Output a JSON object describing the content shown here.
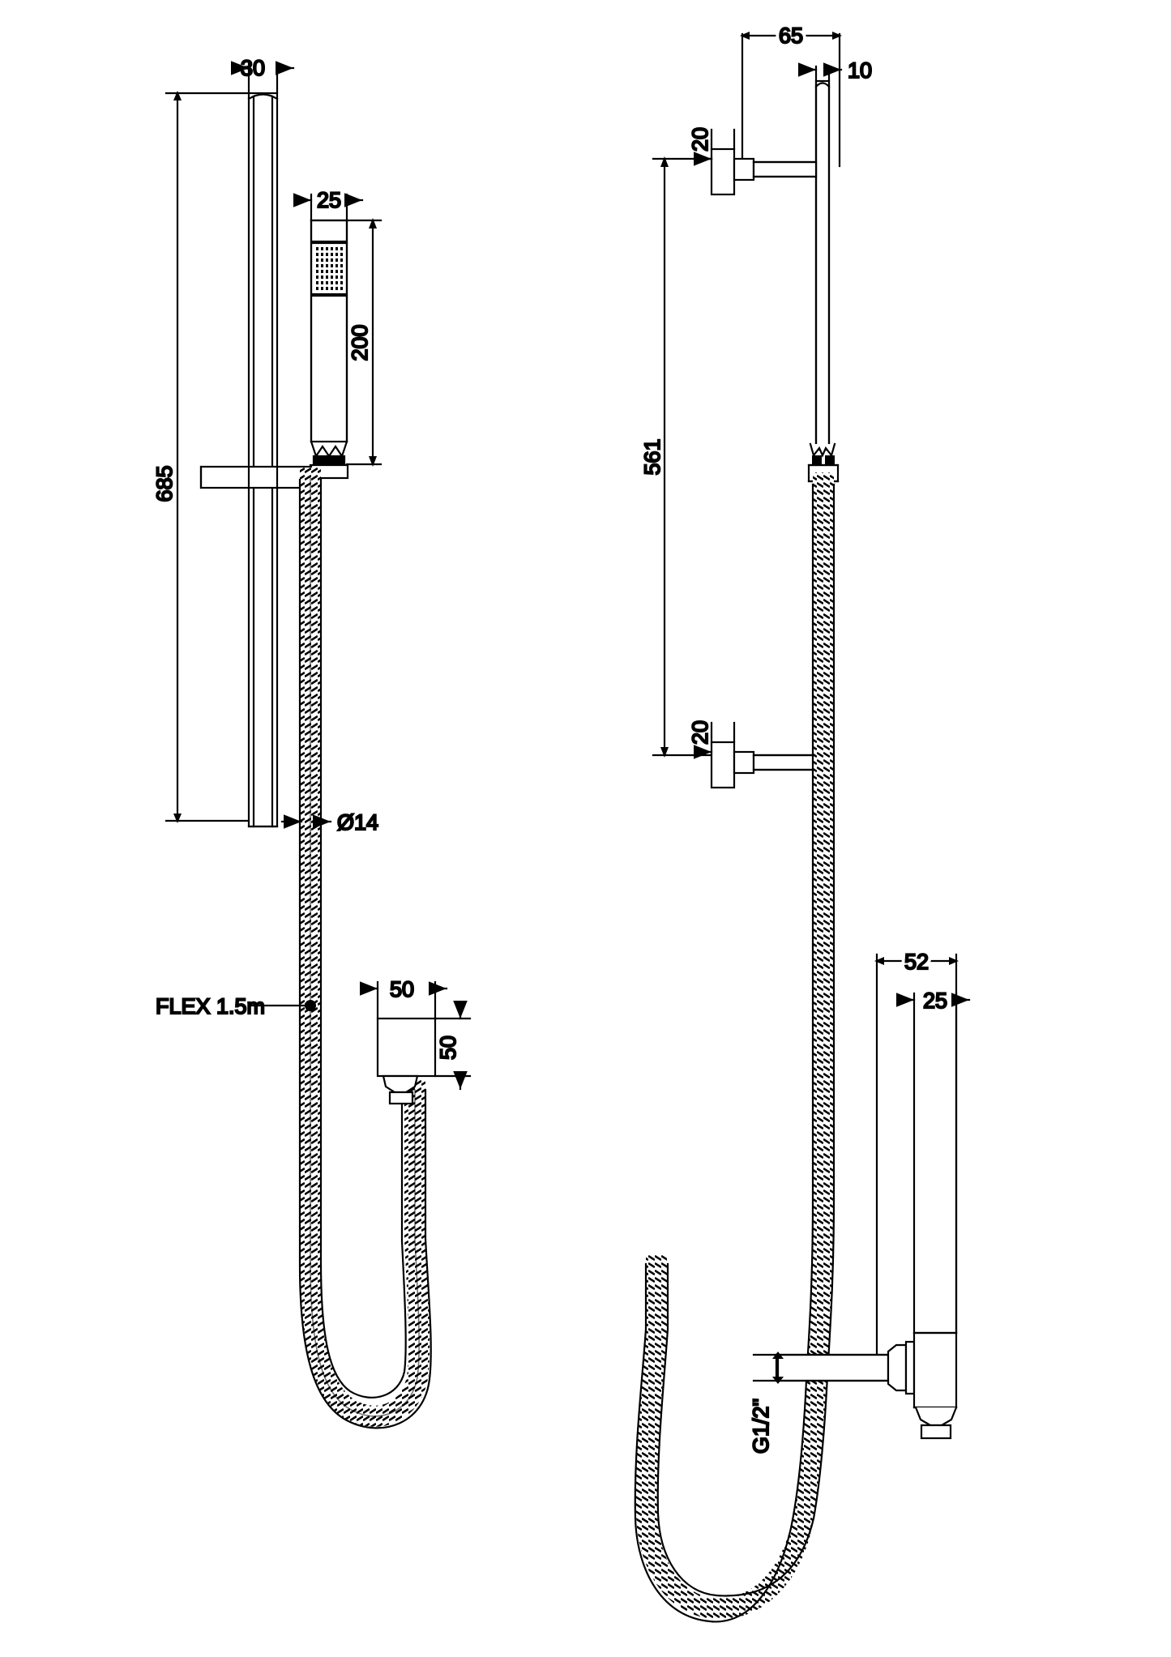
{
  "drawing": {
    "title": "Shower Slide Rail Kit Technical Drawing",
    "units": "mm",
    "line_color": "#000000",
    "background": "#ffffff",
    "views": [
      {
        "name": "front-elevation",
        "position": "left"
      },
      {
        "name": "side-elevation",
        "position": "right"
      }
    ]
  },
  "dimensions": {
    "rail_width": "30",
    "handset_width": "25",
    "handset_length": "200",
    "rail_overall_height": "685",
    "hose_diameter": "Ø14",
    "hose_length_note": "FLEX 1.5m",
    "outlet_width": "50",
    "outlet_height": "50",
    "bracket_offset": "65",
    "rail_side_width": "10",
    "bracket_top_depth": "20",
    "bracket_bottom_depth": "20",
    "rail_side_height": "561",
    "elbow_depth": "52",
    "elbow_body": "25",
    "thread_size": "G1/2\""
  },
  "labels": {
    "d30": "30",
    "d25": "25",
    "d200": "200",
    "d685": "685",
    "d14": "Ø14",
    "flex": "FLEX 1.5m",
    "d50a": "50",
    "d50b": "50",
    "d65": "65",
    "d10": "10",
    "d20a": "20",
    "d20b": "20",
    "d561": "561",
    "d52": "52",
    "d25b": "25",
    "g12": "G1/2\""
  }
}
